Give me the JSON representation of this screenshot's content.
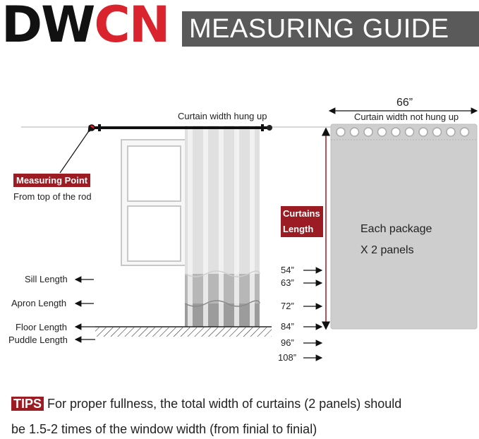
{
  "brand": {
    "logo_part1": "DW",
    "logo_part2": "CN",
    "red": "#d9232d",
    "dark": "#111111"
  },
  "header": {
    "title": "MEASURING GUIDE",
    "bg": "#5a5a5a"
  },
  "left_panel": {
    "rod_label": "Curtain width  hung up",
    "measuring_point": "Measuring Point",
    "measuring_point_sub": "From top of the rod",
    "lengths": [
      "Sill Length",
      "Apron Length",
      "Floor Length",
      "Puddle Length"
    ]
  },
  "right_panel": {
    "width_value": "66”",
    "width_label": "Curtain width not hung up",
    "length_badge_line1": "Curtains",
    "length_badge_line2": "Length",
    "package_line1": "Each package",
    "package_line2": "X 2 panels",
    "length_marks": [
      "54”",
      "63”",
      "72”",
      "84”",
      "96”",
      "108”"
    ]
  },
  "tips": {
    "badge": "TIPS",
    "line1": "For proper fullness, the total width of curtains (2 panels) should",
    "line2": "be 1.5-2 times of the window width (from finial to finial)"
  },
  "colors": {
    "accent": "#9c1c24",
    "curtain": "#c9c9c9",
    "grommet_ring": "#bdbdbd"
  }
}
